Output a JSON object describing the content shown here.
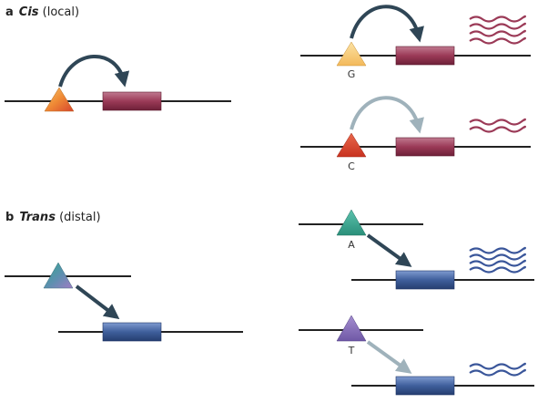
{
  "panels": [
    {
      "letter": "a",
      "title": "Cis",
      "subtitle": " (local)"
    },
    {
      "letter": "b",
      "title": "Trans",
      "subtitle": " (distal)"
    }
  ],
  "alleles": {
    "cis_strong": "G",
    "cis_weak": "C",
    "trans_strong": "A",
    "trans_weak": "T"
  },
  "colors": {
    "line": "#222222",
    "arrow_strong": "#2f4656",
    "arrow_weak": "#9fb2bb",
    "gene_cis": "#9b3a57",
    "gene_trans": "#3f5f9c",
    "transcript_cis": "#9b3a57",
    "transcript_trans": "#3a569a",
    "triangle_orange": "#f1a13a",
    "triangle_yellow": "#f6c56b",
    "triangle_red": "#d6442f",
    "triangle_teal": "#3ea491",
    "triangle_purple": "#8a72b8"
  }
}
